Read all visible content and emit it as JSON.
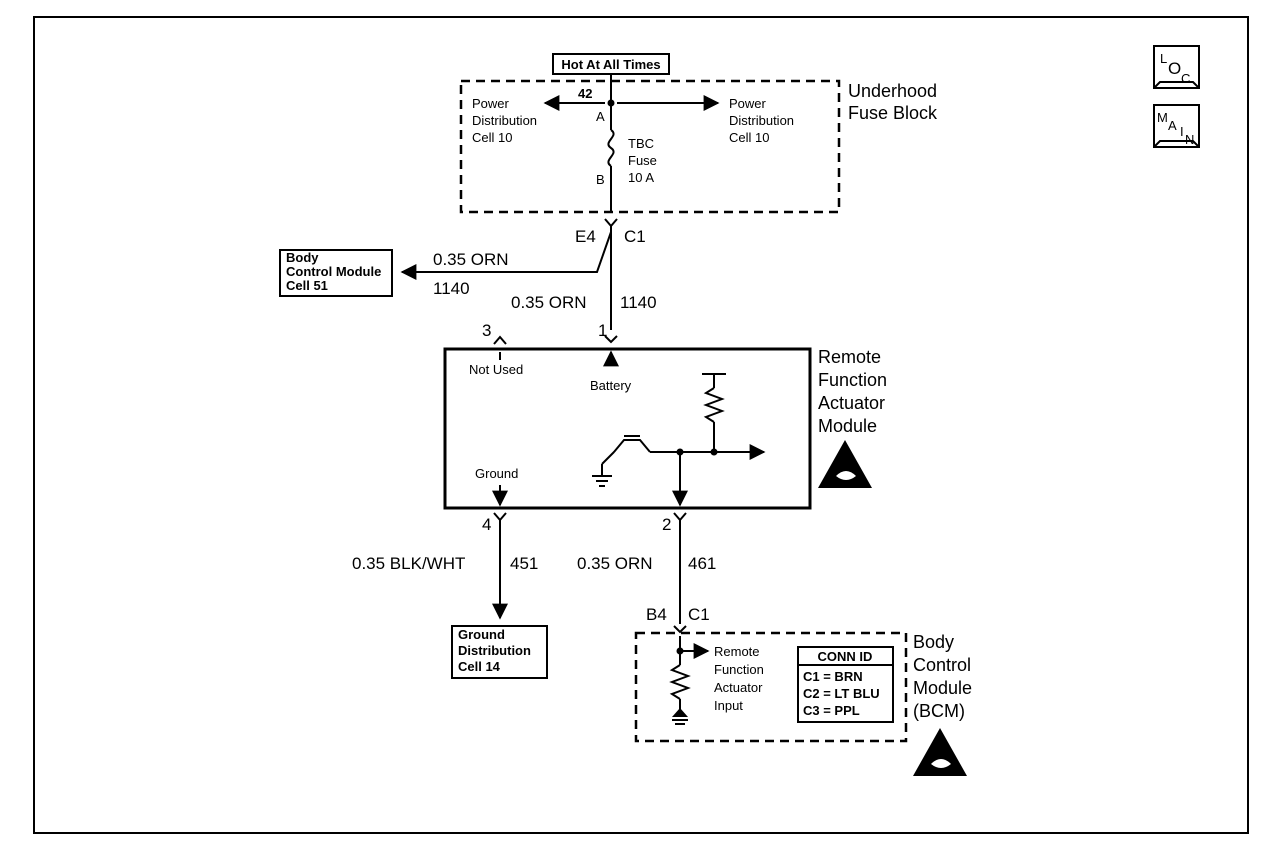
{
  "supply": {
    "label": "Hot At All Times"
  },
  "fuse_block": {
    "title": [
      "Underhood",
      "Fuse Block"
    ],
    "left_ref": [
      "Power",
      "Distribution",
      "Cell 10"
    ],
    "right_ref": [
      "Power",
      "Distribution",
      "Cell 10"
    ],
    "bus_number": "42",
    "pin_a": "A",
    "pin_b": "B",
    "fuse_label": [
      "TBC",
      "Fuse",
      "10 A"
    ]
  },
  "connector_top": {
    "pin": "E4",
    "id": "C1"
  },
  "bcm_ref": {
    "lines": [
      "Body",
      "Control Module",
      "Cell 51"
    ],
    "wire_color": "0.35 ORN",
    "circuit": "1140"
  },
  "feed_wire": {
    "color": "0.35 ORN",
    "circuit": "1140"
  },
  "rfa_module": {
    "title": [
      "Remote",
      "Function",
      "Actuator",
      "Module"
    ],
    "pin3": "3",
    "pin3_label": "Not Used",
    "pin1": "1",
    "pin1_label": "Battery",
    "ground_label": "Ground",
    "pin4": "4",
    "pin2": "2"
  },
  "ground_wire": {
    "color": "0.35 BLK/WHT",
    "circuit": "451"
  },
  "output_wire": {
    "color": "0.35 ORN",
    "circuit": "461"
  },
  "ground_ref": {
    "lines": [
      "Ground",
      "Distribution",
      "Cell 14"
    ]
  },
  "connector_bottom": {
    "pin": "B4",
    "id": "C1"
  },
  "bcm": {
    "title": [
      "Body",
      "Control",
      "Module",
      "(BCM)"
    ],
    "input_label": [
      "Remote",
      "Function",
      "Actuator",
      "Input"
    ],
    "conn_id_title": "CONN ID",
    "conn_ids": [
      "C1 = BRN",
      "C2 = LT BLU",
      "C3 = PPL"
    ]
  },
  "nav": {
    "loc": {
      "a": "L",
      "b": "O",
      "c": "C"
    },
    "main": {
      "a": "M",
      "b": "A",
      "c": "I",
      "d": "N"
    }
  }
}
